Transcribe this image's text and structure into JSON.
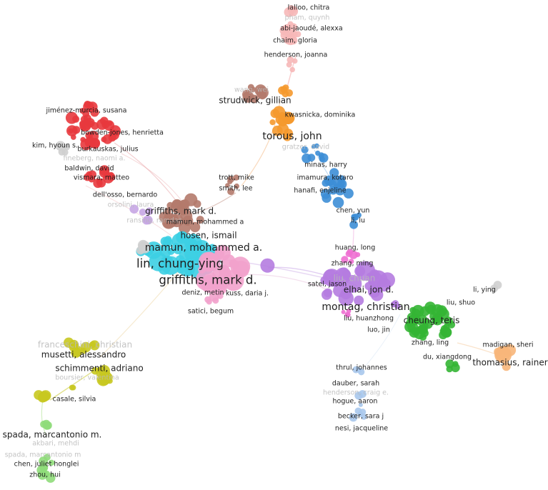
{
  "chart_data": {
    "type": "network",
    "clusters": [
      {
        "id": "red",
        "color": "#e8383d"
      },
      {
        "id": "brown",
        "color": "#b47a6c"
      },
      {
        "id": "cyan",
        "color": "#3ccfe3"
      },
      {
        "id": "pink",
        "color": "#f2a2cc"
      },
      {
        "id": "lightpink",
        "color": "#f6b8b8"
      },
      {
        "id": "orange",
        "color": "#f5992d"
      },
      {
        "id": "blue",
        "color": "#3d8ed6"
      },
      {
        "id": "magenta",
        "color": "#ee6fd2"
      },
      {
        "id": "purple",
        "color": "#b57ce0"
      },
      {
        "id": "green",
        "color": "#34b534"
      },
      {
        "id": "peach",
        "color": "#f7b67a"
      },
      {
        "id": "lightblue",
        "color": "#a9c8ec"
      },
      {
        "id": "olive",
        "color": "#c8c820"
      },
      {
        "id": "lightgreen",
        "color": "#8fdc7a"
      },
      {
        "id": "lavender",
        "color": "#c6a6e4"
      },
      {
        "id": "grey",
        "color": "#cfcfcf"
      }
    ],
    "labels": [
      {
        "text": "lalloo, chitra",
        "size": "s",
        "faded": false
      },
      {
        "text": "pham, quynh",
        "size": "s",
        "faded": true
      },
      {
        "text": "abi-jaoudé, alexxa",
        "size": "s",
        "faded": false
      },
      {
        "text": "chaim, gloria",
        "size": "s",
        "faded": false
      },
      {
        "text": "henderson, joanna",
        "size": "s",
        "faded": false
      },
      {
        "text": "wang, wei",
        "size": "s",
        "faded": true
      },
      {
        "text": "strudwick, gillian",
        "size": "m",
        "faded": false
      },
      {
        "text": "kwasnicka, dominika",
        "size": "s",
        "faded": false
      },
      {
        "text": "jiménez-murcia, susana",
        "size": "s",
        "faded": false
      },
      {
        "text": "torous, john",
        "size": "l",
        "faded": false
      },
      {
        "text": "bowden-jones, henrietta",
        "size": "s",
        "faded": false
      },
      {
        "text": "gratzer, david",
        "size": "s",
        "faded": true
      },
      {
        "text": "kim, hyoun s.",
        "size": "s",
        "faded": false
      },
      {
        "text": "burkauskas, julius",
        "size": "s",
        "faded": false
      },
      {
        "text": "fineberg, naomi a.",
        "size": "s",
        "faded": true
      },
      {
        "text": "baldwin, david",
        "size": "s",
        "faded": false
      },
      {
        "text": "minas, harry",
        "size": "s",
        "faded": false
      },
      {
        "text": "vismara, matteo",
        "size": "s",
        "faded": false
      },
      {
        "text": "imamura, kotaro",
        "size": "s",
        "faded": false
      },
      {
        "text": "trott, mike",
        "size": "s",
        "faded": false
      },
      {
        "text": "smith, lee",
        "size": "s",
        "faded": false
      },
      {
        "text": "hanafi, enjeline",
        "size": "s",
        "faded": false
      },
      {
        "text": "dell'osso, bernardo",
        "size": "s",
        "faded": false
      },
      {
        "text": "orsolini, laura",
        "size": "s",
        "faded": true
      },
      {
        "text": "griffiths, mark d.",
        "size": "m",
        "faded": false
      },
      {
        "text": "chen, yun",
        "size": "s",
        "faded": false
      },
      {
        "text": "ransing, ramdas",
        "size": "s",
        "faded": true
      },
      {
        "text": "li, lu",
        "size": "s",
        "faded": false
      },
      {
        "text": "mamun, mohammed a",
        "size": "s",
        "faded": false
      },
      {
        "text": "hosen, ismail",
        "size": "m",
        "faded": false
      },
      {
        "text": "mamun, mohammed a.",
        "size": "l",
        "faded": false
      },
      {
        "text": "huang, long",
        "size": "s",
        "faded": false
      },
      {
        "text": "lin, chung-ying",
        "size": "xl",
        "faded": false
      },
      {
        "text": "zhang, ming",
        "size": "s",
        "faded": false
      },
      {
        "text": "griffiths, mark d.",
        "size": "xl",
        "faded": false
      },
      {
        "text": "liu, chuan",
        "size": "m",
        "faded": true
      },
      {
        "text": "satel, jason",
        "size": "s",
        "faded": false
      },
      {
        "text": "elhai, jon d.",
        "size": "m",
        "faded": false
      },
      {
        "text": "li, ying",
        "size": "s",
        "faded": false
      },
      {
        "text": "deniz, metin",
        "size": "s",
        "faded": false
      },
      {
        "text": "kuss, daria j.",
        "size": "s",
        "faded": false
      },
      {
        "text": "liu, shuo",
        "size": "s",
        "faded": false
      },
      {
        "text": "montag, christian",
        "size": "l",
        "faded": false
      },
      {
        "text": "satici, begum",
        "size": "s",
        "faded": false
      },
      {
        "text": "liu, huanzhong",
        "size": "s",
        "faded": false
      },
      {
        "text": "cheung, teris",
        "size": "m",
        "faded": false
      },
      {
        "text": "luo, jin",
        "size": "s",
        "faded": false
      },
      {
        "text": "zhang, ling",
        "size": "s",
        "faded": false
      },
      {
        "text": "madigan, sheri",
        "size": "s",
        "faded": false
      },
      {
        "text": "franceschini, christian",
        "size": "m",
        "faded": true
      },
      {
        "text": "du, xiangdong",
        "size": "s",
        "faded": false
      },
      {
        "text": "musetti, alessandro",
        "size": "m",
        "faded": false
      },
      {
        "text": "thomasius, rainer",
        "size": "m",
        "faded": false
      },
      {
        "text": "schimmenti, adriano",
        "size": "m",
        "faded": false
      },
      {
        "text": "thrul, johannes",
        "size": "s",
        "faded": false
      },
      {
        "text": "boursier, valentina",
        "size": "s",
        "faded": true
      },
      {
        "text": "dauber, sarah",
        "size": "s",
        "faded": false
      },
      {
        "text": "henderson, craig e.",
        "size": "s",
        "faded": true
      },
      {
        "text": "casale, silvia",
        "size": "s",
        "faded": false
      },
      {
        "text": "hogue, aaron",
        "size": "s",
        "faded": false
      },
      {
        "text": "becker, sara j",
        "size": "s",
        "faded": false
      },
      {
        "text": "spada, marcantonio m.",
        "size": "m",
        "faded": false
      },
      {
        "text": "nesi, jacqueline",
        "size": "s",
        "faded": false
      },
      {
        "text": "akbari, mehdi",
        "size": "s",
        "faded": true
      },
      {
        "text": "spada, marcantonio m",
        "size": "s",
        "faded": true
      },
      {
        "text": "chen, juliet honglei",
        "size": "s",
        "faded": false
      },
      {
        "text": "zhou, hui",
        "size": "s",
        "faded": false
      }
    ]
  }
}
